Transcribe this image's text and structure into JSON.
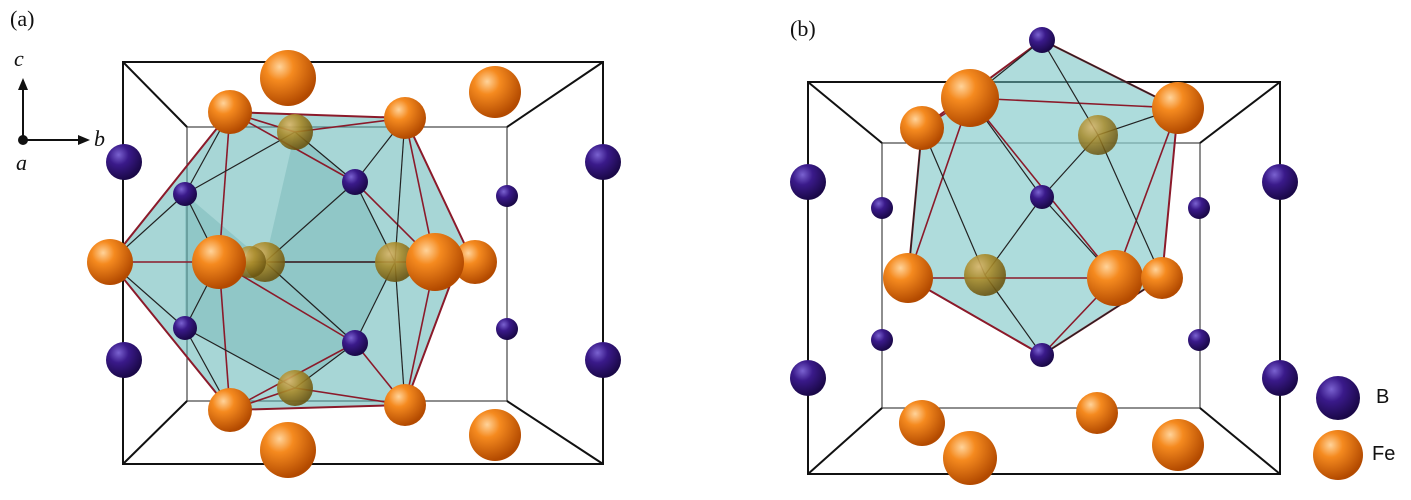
{
  "panels": [
    {
      "label": "(a)"
    },
    {
      "label": "(b)"
    }
  ],
  "axes": {
    "c": "c",
    "b": "b",
    "a": "a"
  },
  "legend": [
    {
      "symbol": "B",
      "color": "#3a1a8a"
    },
    {
      "symbol": "Fe",
      "color": "#f07a10"
    }
  ],
  "colors": {
    "boron": "#3a1a8a",
    "iron": "#f07a10",
    "polyhedron_fill": "#5fb5b5",
    "polyhedron_edge": "#8b1a2a",
    "cell_edge": "#111111"
  }
}
